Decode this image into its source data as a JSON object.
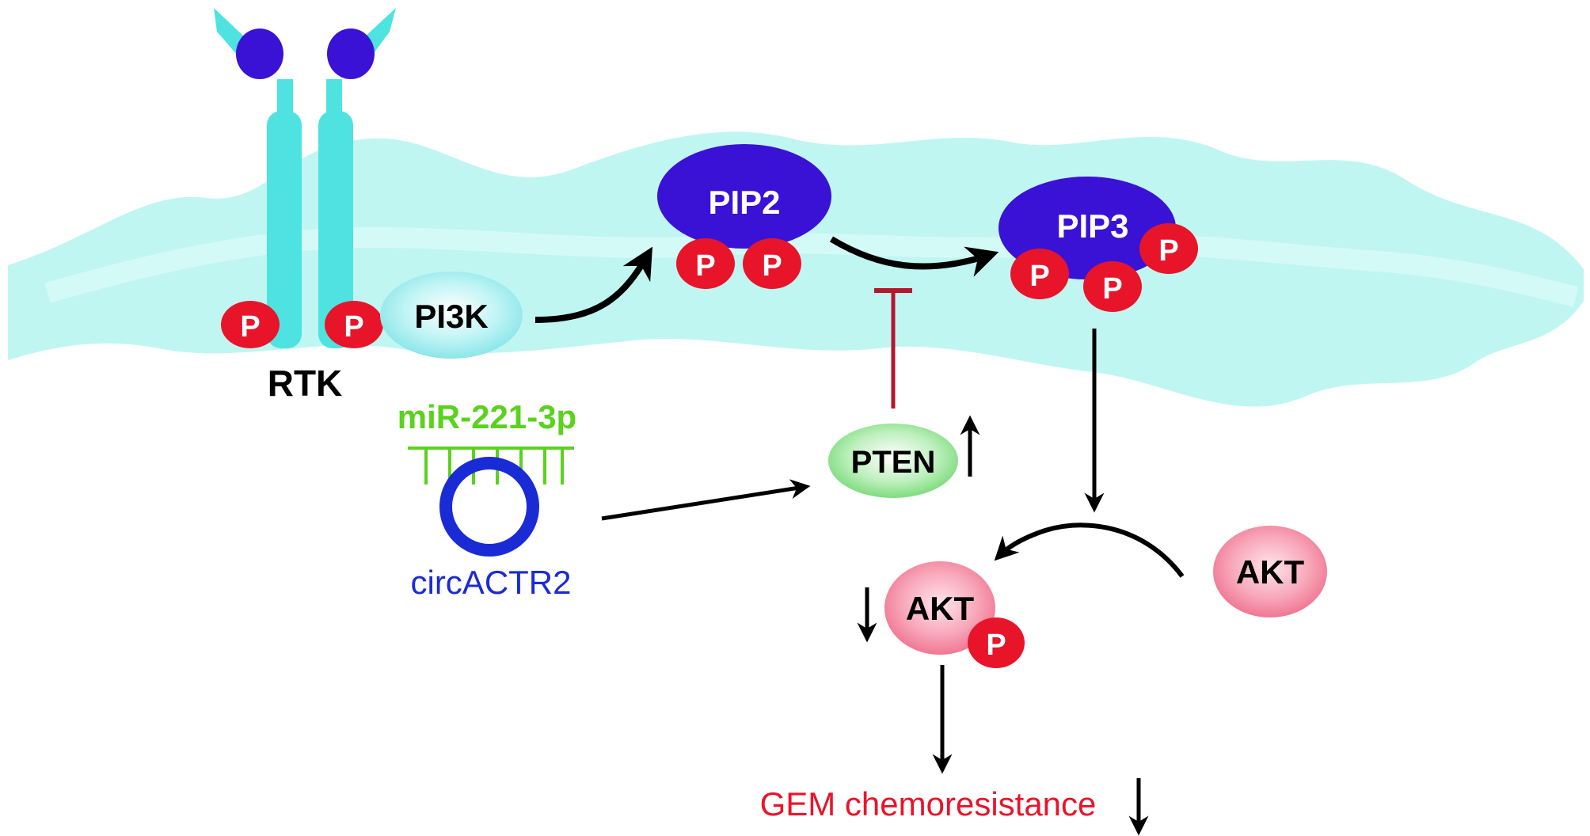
{
  "labels": {
    "rtk": "RTK",
    "pi3k": "PI3K",
    "pip2": "PIP2",
    "pip3": "PIP3",
    "pten": "PTEN",
    "akt": "AKT",
    "akt_phospho": "AKT",
    "mirna": "miR-221-3p",
    "circrna": "circACTR2",
    "outcome": "GEM chemoresistance",
    "phosphate": "P"
  },
  "regulation": {
    "pten": "up",
    "akt_phospho": "down",
    "outcome": "down"
  },
  "colors": {
    "membrane": "#b9f3ef",
    "receptor": "#4ee3e0",
    "ligand": "#3a12d6",
    "pi3k": "#b6f1f3",
    "pip_body": "#3a12d6",
    "phosphate": "#e8142a",
    "pten_green": "#7fe07f",
    "akt_pink": "#f07a96",
    "mirna_green": "#5ad21e",
    "circ_blue": "#1a2bd6",
    "inhibit_red": "#b5162c",
    "outcome_red": "#e8142a"
  }
}
